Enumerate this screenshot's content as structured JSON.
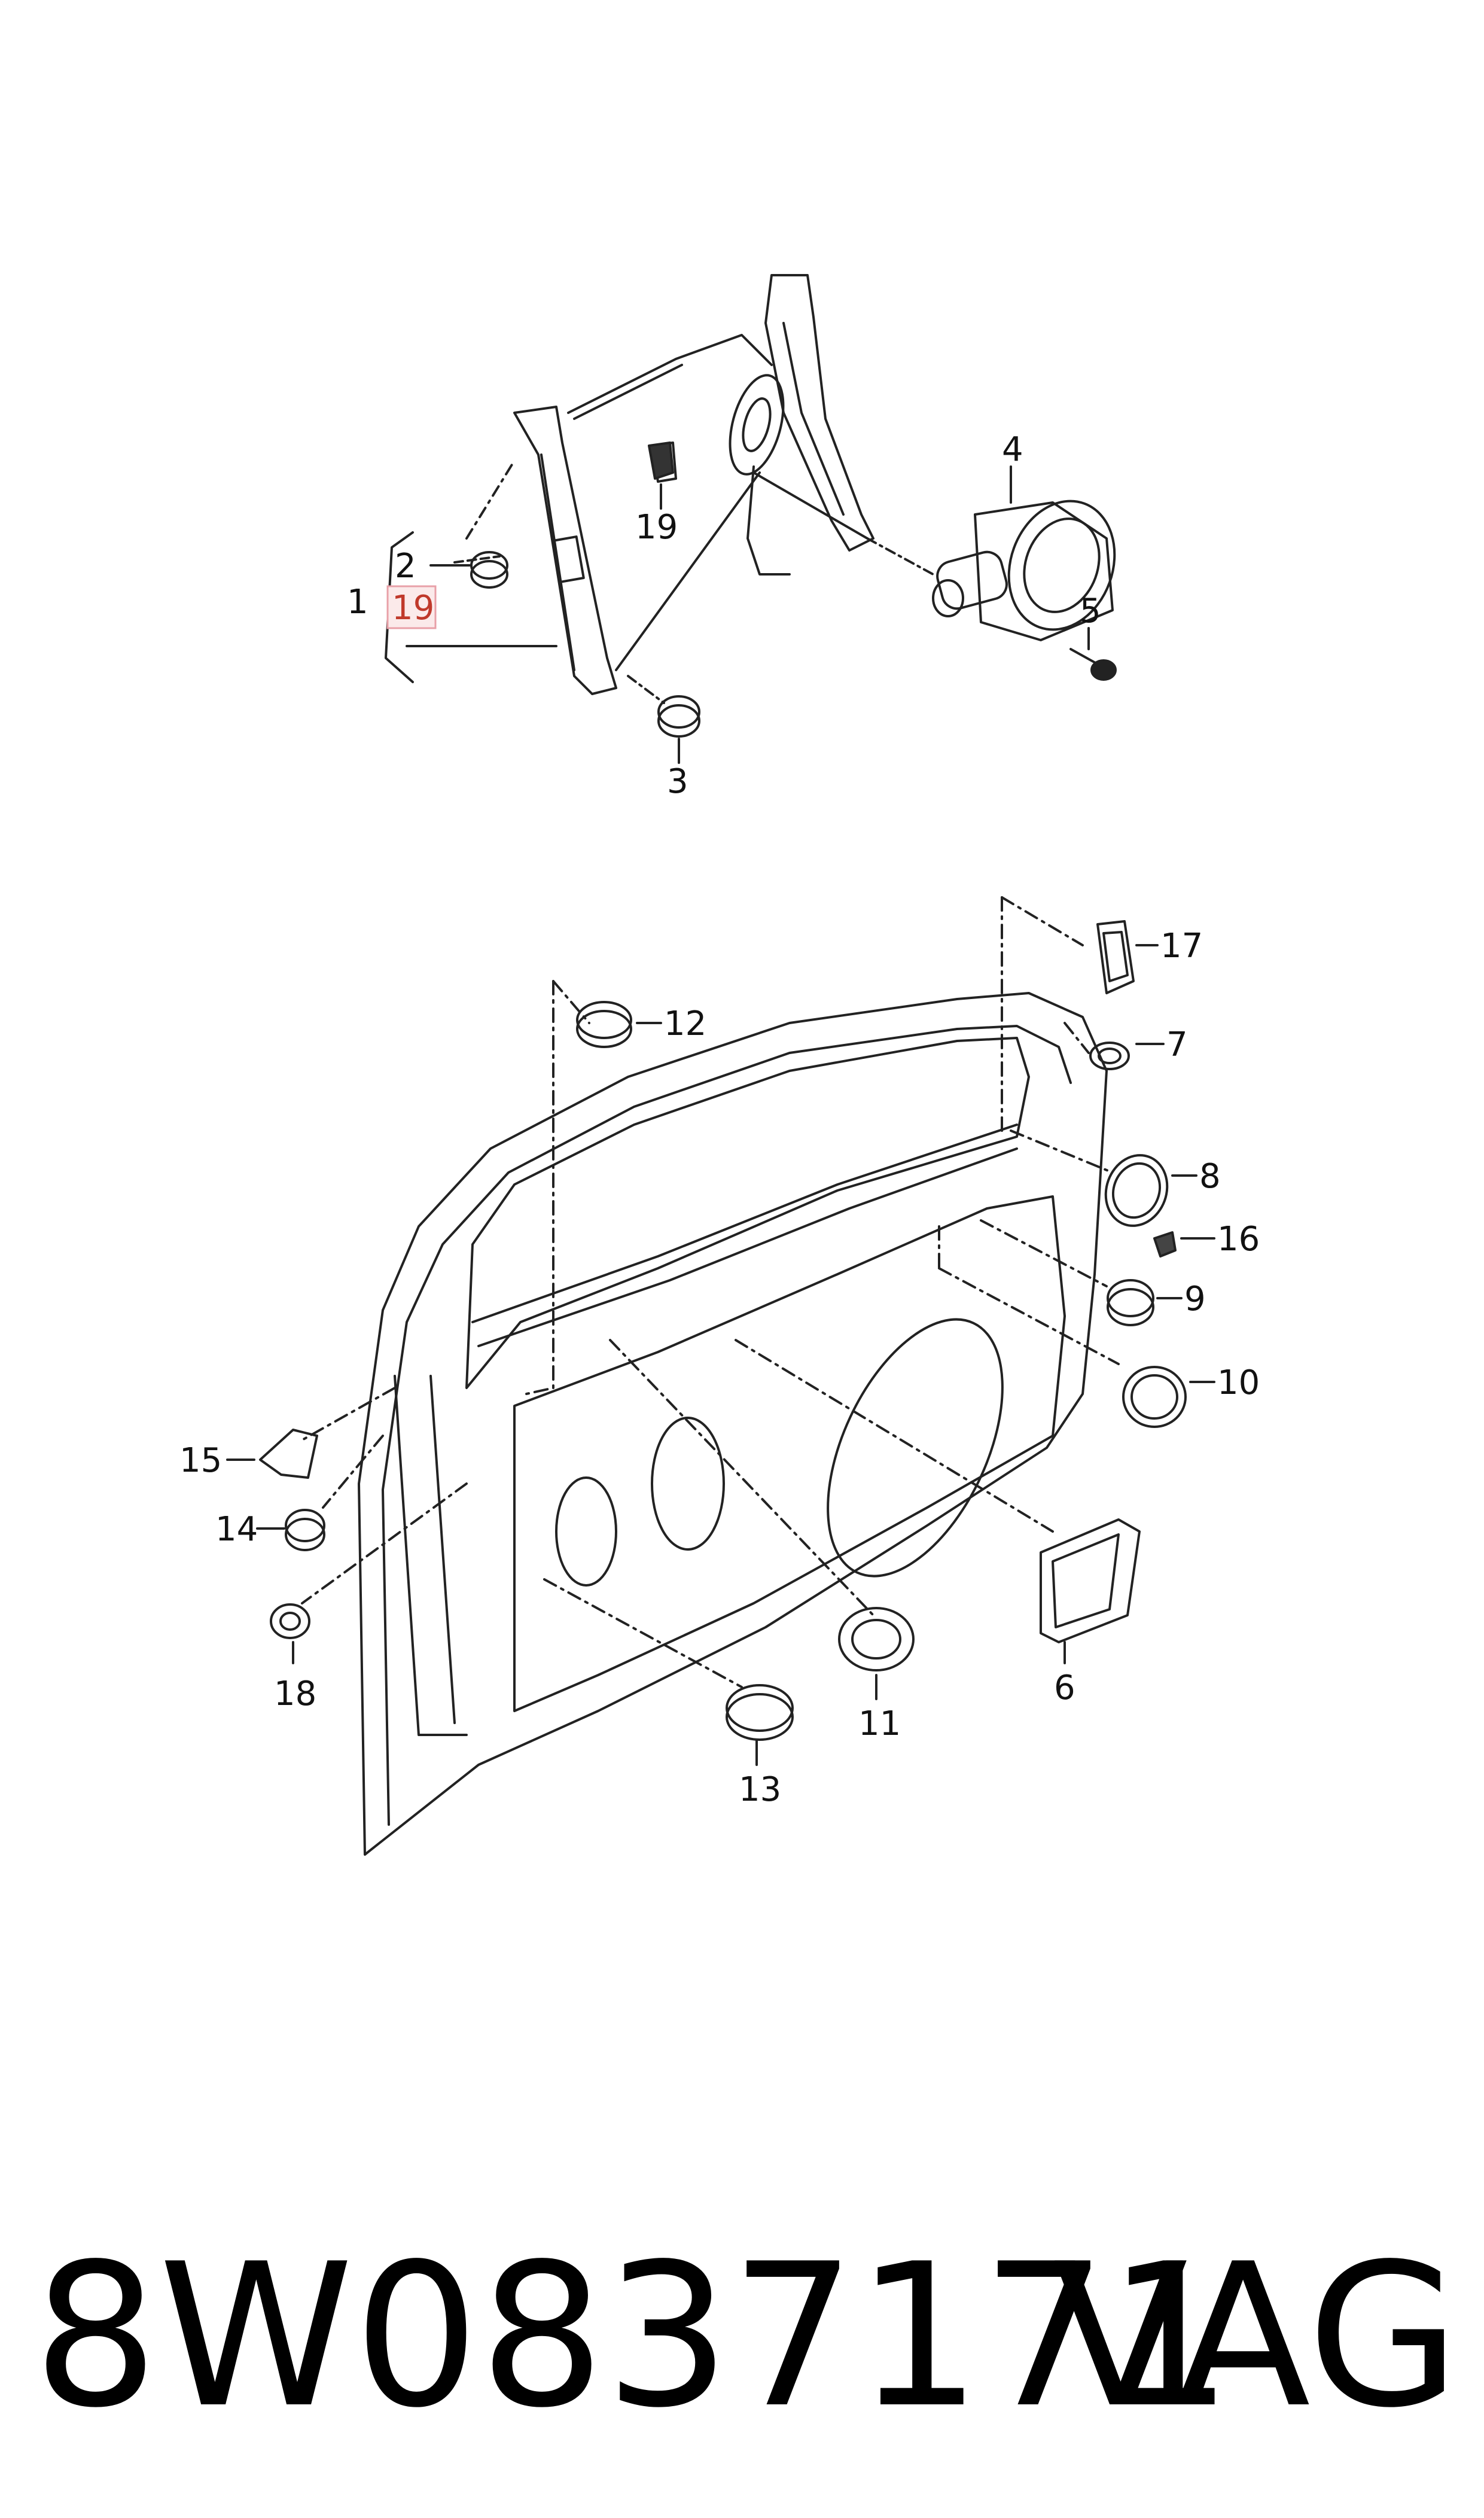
{
  "diagram": {
    "callouts": {
      "c1": "1",
      "c2": "2",
      "c3": "3",
      "c4": "4",
      "c5": "5",
      "c6": "6",
      "c7": "7",
      "c8": "8",
      "c9": "9",
      "c10": "10",
      "c11": "11",
      "c12": "12",
      "c13": "13",
      "c14": "14",
      "c15": "15",
      "c16": "16",
      "c17": "17",
      "c18": "18",
      "c19_top": "19",
      "c19_boxed": "19"
    },
    "highlight_color": "#e8a0a8",
    "line_color": "#222222"
  },
  "footer": {
    "part_number": "8W0837171",
    "brand": "VAG"
  }
}
